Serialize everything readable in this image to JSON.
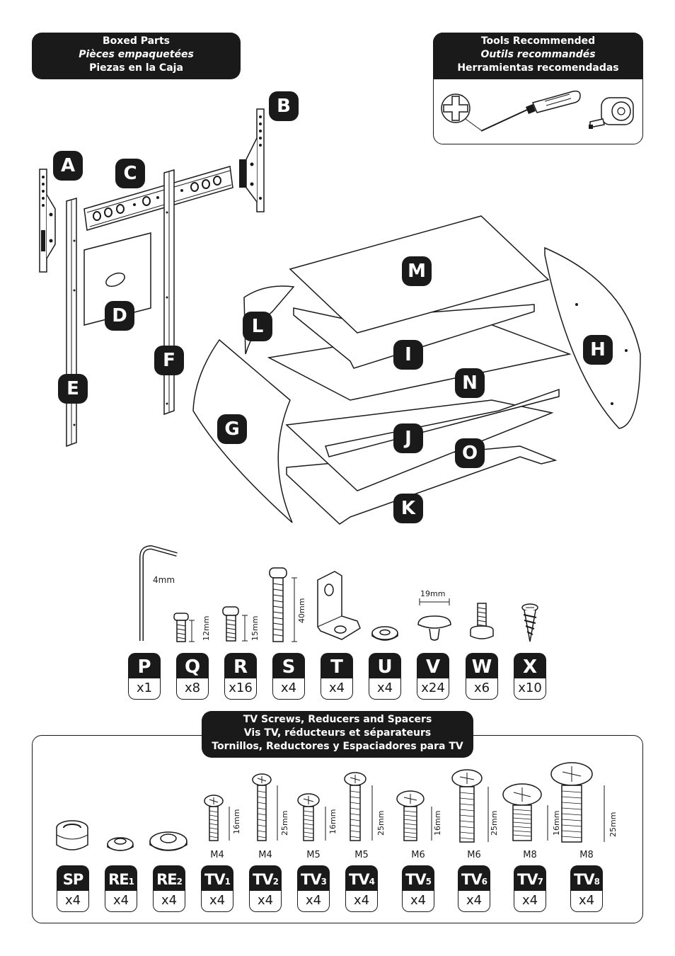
{
  "boxed_parts_header": {
    "line1": "Boxed Parts",
    "line2": "Pièces empaquetées",
    "line3": "Piezas en la Caja"
  },
  "tools_header": {
    "line1": "Tools Recommended",
    "line2": "Outils recommandés",
    "line3": "Herramientas recomendadas"
  },
  "parts_letters": {
    "A": "A",
    "B": "B",
    "C": "C",
    "D": "D",
    "E": "E",
    "F": "F",
    "G": "G",
    "H": "H",
    "I": "I",
    "J": "J",
    "K": "K",
    "L": "L",
    "M": "M",
    "N": "N",
    "O": "O"
  },
  "hardware": [
    {
      "letter": "P",
      "qty": "x1",
      "dim": "4mm"
    },
    {
      "letter": "Q",
      "qty": "x8",
      "dim": "12mm"
    },
    {
      "letter": "R",
      "qty": "x16",
      "dim": "15mm"
    },
    {
      "letter": "S",
      "qty": "x4",
      "dim": "40mm"
    },
    {
      "letter": "T",
      "qty": "x4",
      "dim": ""
    },
    {
      "letter": "U",
      "qty": "x4",
      "dim": ""
    },
    {
      "letter": "V",
      "qty": "x24",
      "dim": "19mm"
    },
    {
      "letter": "W",
      "qty": "x6",
      "dim": ""
    },
    {
      "letter": "X",
      "qty": "x10",
      "dim": ""
    }
  ],
  "tv_header": {
    "line1": "TV Screws, Reducers and Spacers",
    "line2": "Vis TV, réducteurs et séparateurs",
    "line3": "Tornillos, Reductores y Espaciadores para TV"
  },
  "tv_parts": [
    {
      "label": "SP",
      "sub": "",
      "qty": "x4",
      "size": "",
      "dim": ""
    },
    {
      "label": "RE",
      "sub": "1",
      "qty": "x4",
      "size": "",
      "dim": ""
    },
    {
      "label": "RE",
      "sub": "2",
      "qty": "x4",
      "size": "",
      "dim": ""
    },
    {
      "label": "TV",
      "sub": "1",
      "qty": "x4",
      "size": "M4",
      "dim": "16mm"
    },
    {
      "label": "TV",
      "sub": "2",
      "qty": "x4",
      "size": "M4",
      "dim": "25mm"
    },
    {
      "label": "TV",
      "sub": "3",
      "qty": "x4",
      "size": "M5",
      "dim": "16mm"
    },
    {
      "label": "TV",
      "sub": "4",
      "qty": "x4",
      "size": "M5",
      "dim": "25mm"
    },
    {
      "label": "TV",
      "sub": "5",
      "qty": "x4",
      "size": "M6",
      "dim": "16mm"
    },
    {
      "label": "TV",
      "sub": "6",
      "qty": "x4",
      "size": "M6",
      "dim": "25mm"
    },
    {
      "label": "TV",
      "sub": "7",
      "qty": "x4",
      "size": "M8",
      "dim": "16mm"
    },
    {
      "label": "TV",
      "sub": "8",
      "qty": "x4",
      "size": "M8",
      "dim": "25mm"
    }
  ]
}
